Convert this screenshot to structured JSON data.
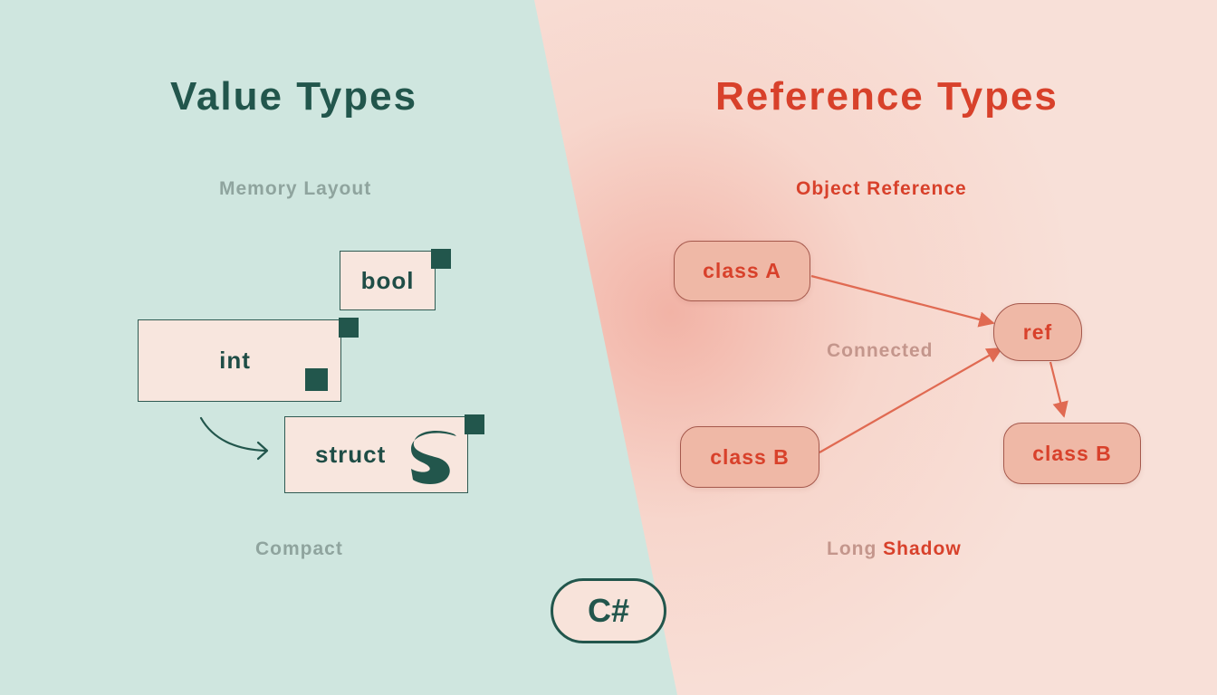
{
  "colors": {
    "value_bg": "#cfe6df",
    "reference_bg": "#f8dcd2",
    "value_ink": "#22564c",
    "reference_ink": "#d8412b",
    "box_fill": "#f8e6de",
    "pill_fill": "#efb8a6",
    "arrow": "#e06a52"
  },
  "left": {
    "title": "Value Types",
    "subtitle": "Memory Layout",
    "caption": "Compact",
    "boxes": {
      "bool": "bool",
      "int": "int",
      "struct": "struct"
    }
  },
  "right": {
    "title": "Reference Types",
    "subtitle": "Object Reference",
    "edge_label": "Connected",
    "caption_a": "Long",
    "caption_b": "Shadow",
    "nodes": {
      "class_a": "class A",
      "ref": "ref",
      "class_b_source": "class B",
      "class_b_target": "class B"
    }
  },
  "badge": "C#",
  "icons": [
    "curved-arrow-icon",
    "s-shape-icon",
    "connector-arrow-icon"
  ]
}
